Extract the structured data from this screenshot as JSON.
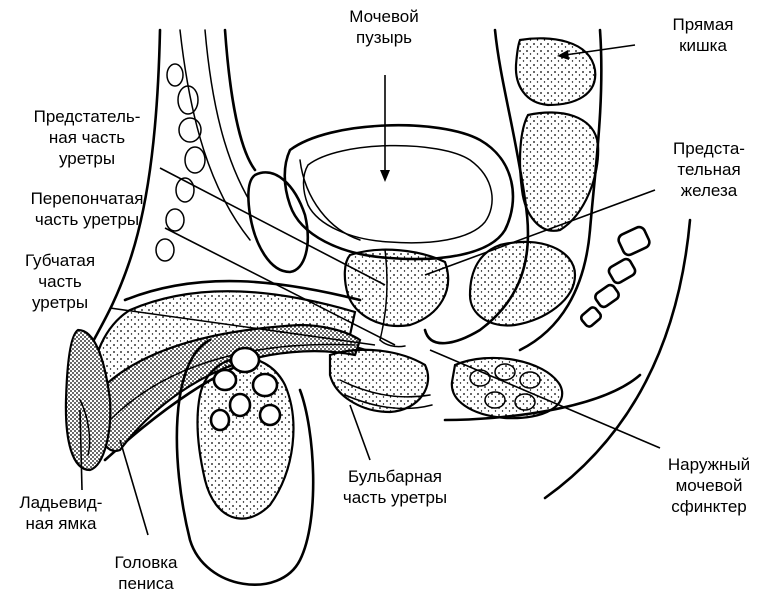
{
  "labels": {
    "bladder": [
      "Мочевой",
      "пузырь"
    ],
    "rectum": [
      "Прямая",
      "кишка"
    ],
    "prostatic_urethra": [
      "Предстатель-",
      "ная часть",
      "уретры"
    ],
    "prostate": [
      "Предста-",
      "тельная",
      "железа"
    ],
    "membranous_urethra": [
      "Перепончатая",
      "часть уретры"
    ],
    "spongy_urethra": [
      "Губчатая",
      "часть",
      "уретры"
    ],
    "bulbar_urethra": [
      "Бульбарная",
      "часть уретры"
    ],
    "external_sphincter": [
      "Наружный",
      "мочевой",
      "сфинктер"
    ],
    "navicular_fossa": [
      "Ладьевид-",
      "ная ямка"
    ],
    "glans": [
      "Головка",
      "пениса"
    ]
  }
}
